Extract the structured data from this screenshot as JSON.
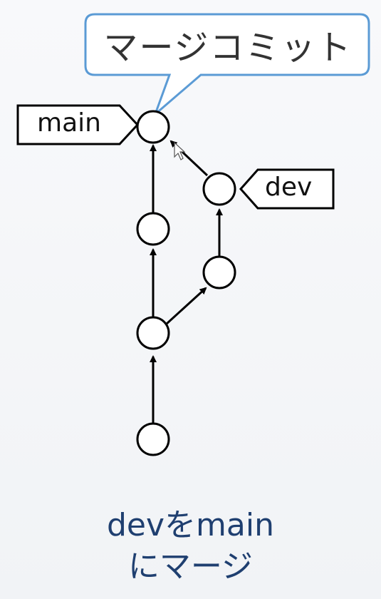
{
  "callout": {
    "text": "マージコミット"
  },
  "branches": {
    "main": "main",
    "dev": "dev"
  },
  "caption": {
    "line1": "devをmain",
    "line2": "にマージ"
  },
  "colors": {
    "callout_border": "#5b9bd5",
    "caption_text": "#1f3f70",
    "stroke": "#000000"
  }
}
